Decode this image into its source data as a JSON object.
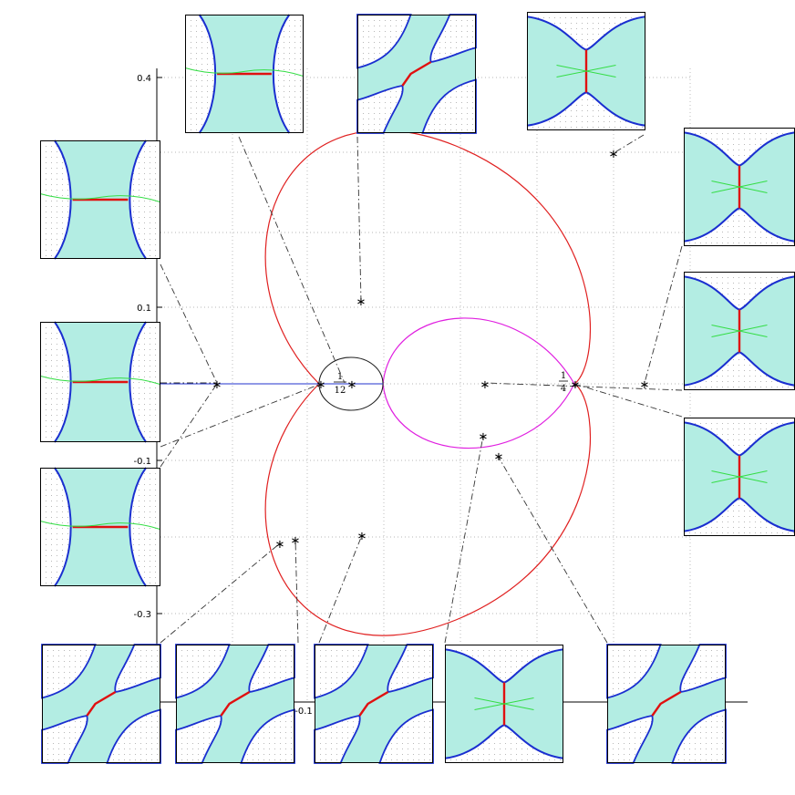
{
  "axes": {
    "y_ticks": [
      "0.4",
      "0.1",
      "-0.1",
      "-0.3"
    ],
    "x_tick": "-0.1"
  },
  "special_points": {
    "one_twelfth": {
      "num": "1",
      "den": "12"
    },
    "one_quarter": {
      "num": "1",
      "den": "4"
    }
  },
  "colors": {
    "teal_fill": "#b3ede3",
    "boundary": "#1a2fd0",
    "red_edge": "#e01010",
    "green_curve": "#33dd44",
    "circle_red": "#e02020",
    "circle_magenta": "#e020e0",
    "hline_blue": "#2233cc"
  },
  "insets": [
    {
      "name": "inset-top-1",
      "type": "h"
    },
    {
      "name": "inset-top-2",
      "type": "d"
    },
    {
      "name": "inset-top-3",
      "type": "v"
    },
    {
      "name": "inset-left-1",
      "type": "h"
    },
    {
      "name": "inset-left-2",
      "type": "h"
    },
    {
      "name": "inset-left-3",
      "type": "h"
    },
    {
      "name": "inset-right-1",
      "type": "v"
    },
    {
      "name": "inset-right-2",
      "type": "v"
    },
    {
      "name": "inset-right-3",
      "type": "v"
    },
    {
      "name": "inset-bottom-1",
      "type": "d"
    },
    {
      "name": "inset-bottom-2",
      "type": "d"
    },
    {
      "name": "inset-bottom-3",
      "type": "d"
    },
    {
      "name": "inset-bottom-4",
      "type": "v"
    },
    {
      "name": "inset-bottom-5",
      "type": "d"
    }
  ]
}
